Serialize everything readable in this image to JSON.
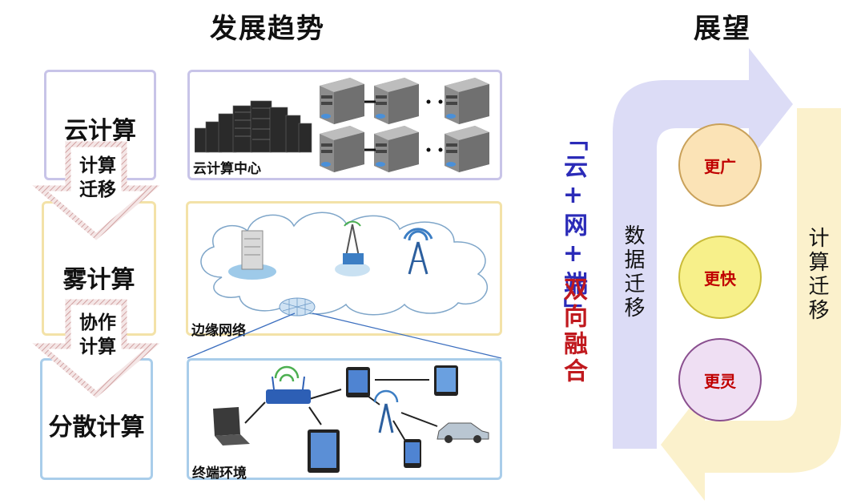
{
  "titles": {
    "left": "发展趋势",
    "right": "展望"
  },
  "tiers": [
    {
      "label": "云计算",
      "panel_label": "云计算中心",
      "border": "#c8c4e8"
    },
    {
      "label": "雾计算",
      "panel_label": "边缘网络",
      "border": "#f3e2a8"
    },
    {
      "label": "分散计算",
      "panel_label": "终端环境",
      "border": "#a9cdea"
    }
  ],
  "arrows": [
    {
      "label": "计算迁移"
    },
    {
      "label": "协作计算"
    }
  ],
  "slogan": {
    "bracketed": "「云+网+端」",
    "rest": "双向融合",
    "bracket_color": "#2b2bb8",
    "rest_color": "#c0191e"
  },
  "flows": {
    "data": "数据迁移",
    "compute": "计算迁移"
  },
  "prospects": [
    {
      "label": "更广",
      "fill": "#fbe3b6"
    },
    {
      "label": "更快",
      "fill": "#f7f08a"
    },
    {
      "label": "更灵",
      "fill": "#efdff3"
    }
  ]
}
